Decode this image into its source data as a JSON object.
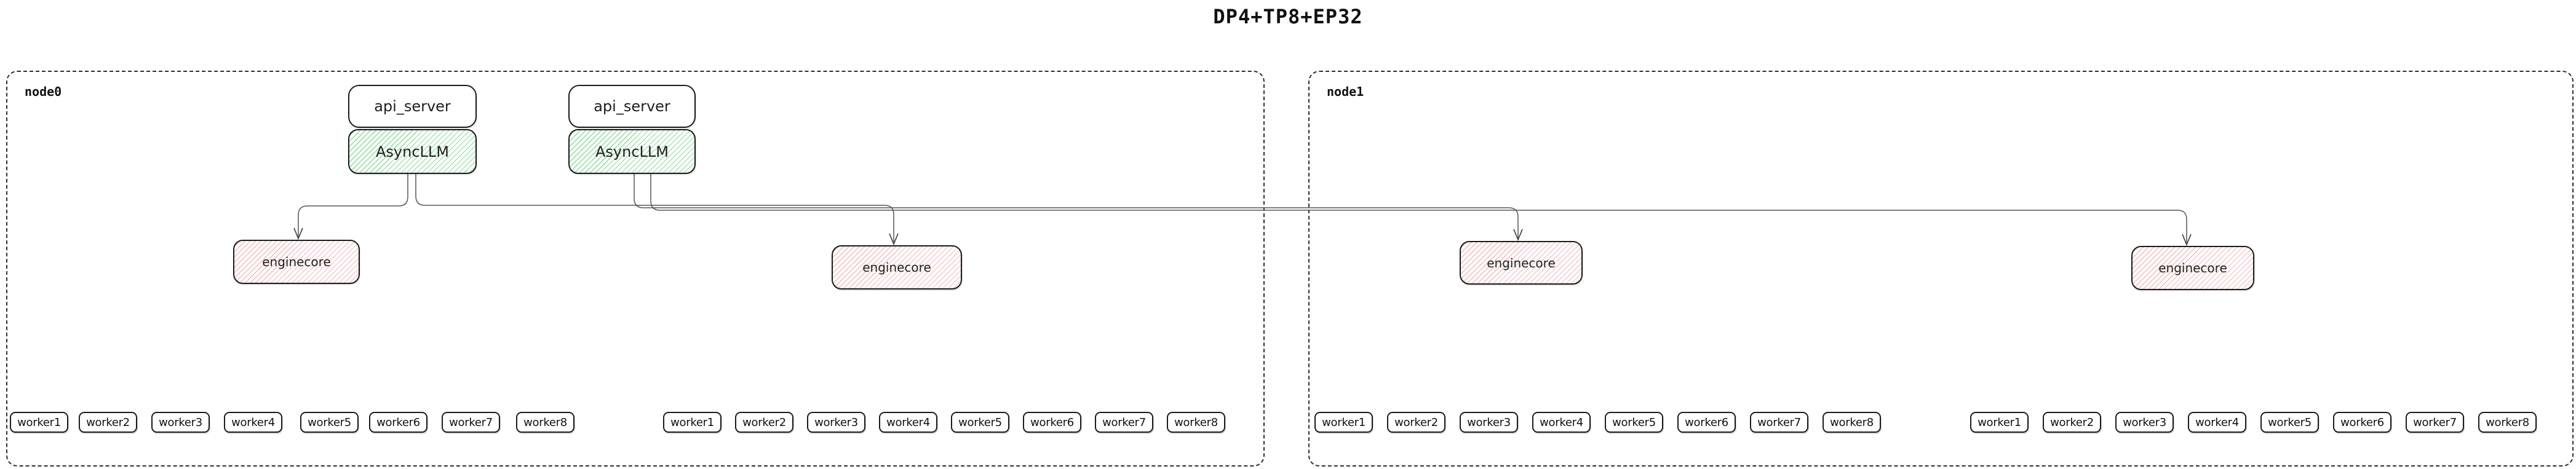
{
  "title": "DP4+TP8+EP32",
  "colors": {
    "edge": "#555555",
    "box_border": "#1b1b1b",
    "cluster_border": "#2f2f2f",
    "asyncllm_hatch": "#69d47d",
    "enginecore_hatch": "#f2a0a0",
    "background": "#ffffff"
  },
  "clusters": [
    {
      "label": "node0",
      "api_stacks": [
        {
          "server": "api_server",
          "engine_client": "AsyncLLM"
        },
        {
          "server": "api_server",
          "engine_client": "AsyncLLM"
        }
      ],
      "enginecores": [
        "enginecore",
        "enginecore"
      ],
      "worker_groups": [
        [
          "worker1",
          "worker2",
          "worker3",
          "worker4",
          "worker5",
          "worker6",
          "worker7",
          "worker8"
        ],
        [
          "worker1",
          "worker2",
          "worker3",
          "worker4",
          "worker5",
          "worker6",
          "worker7",
          "worker8"
        ]
      ]
    },
    {
      "label": "node1",
      "api_stacks": [],
      "enginecores": [
        "enginecore",
        "enginecore"
      ],
      "worker_groups": [
        [
          "worker1",
          "worker2",
          "worker3",
          "worker4",
          "worker5",
          "worker6",
          "worker7",
          "worker8"
        ],
        [
          "worker1",
          "worker2",
          "worker3",
          "worker4",
          "worker5",
          "worker6",
          "worker7",
          "worker8"
        ]
      ]
    }
  ],
  "edges": [
    {
      "from": "AsyncLLM (stack 1)",
      "to": "node0 enginecore 1"
    },
    {
      "from": "AsyncLLM (stack 1)",
      "to": "node0 enginecore 2"
    },
    {
      "from": "AsyncLLM (stack 2)",
      "to": "node1 enginecore 1"
    },
    {
      "from": "AsyncLLM (stack 2)",
      "to": "node1 enginecore 2"
    }
  ]
}
